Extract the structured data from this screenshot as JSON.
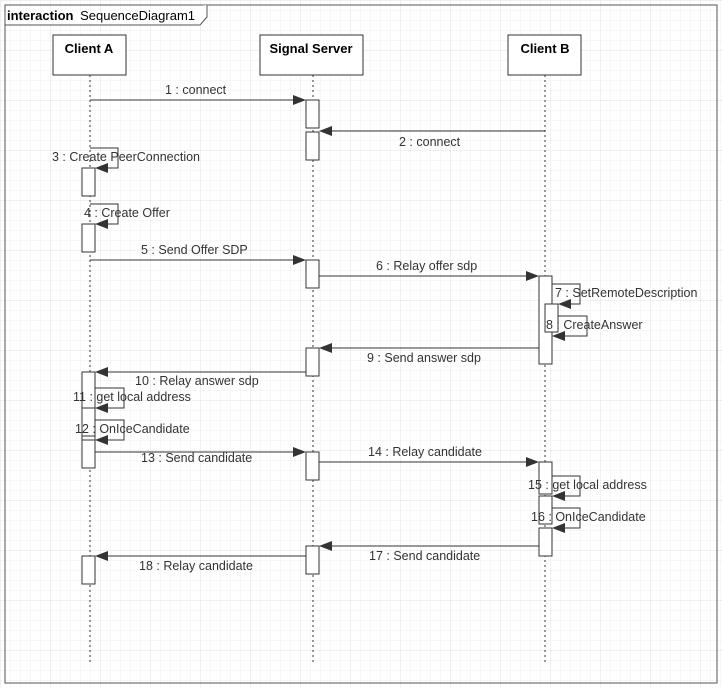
{
  "frame": {
    "keyword": "interaction",
    "name": "SequenceDiagram1"
  },
  "lifelines": [
    {
      "id": "a",
      "name": "Client A"
    },
    {
      "id": "s",
      "name": "Signal Server"
    },
    {
      "id": "b",
      "name": "Client B"
    }
  ],
  "messages": [
    {
      "label": "1 : connect",
      "from": "a",
      "to": "s"
    },
    {
      "label": "2 : connect",
      "from": "b",
      "to": "s"
    },
    {
      "label": "3 : Create PeerConnection",
      "from": "a",
      "to": "a"
    },
    {
      "label": "4 : Create Offer",
      "from": "a",
      "to": "a"
    },
    {
      "label": "5 : Send Offer SDP",
      "from": "a",
      "to": "s"
    },
    {
      "label": "6 : Relay offer sdp",
      "from": "s",
      "to": "b"
    },
    {
      "label": "7 : SetRemoteDescription",
      "from": "b",
      "to": "b"
    },
    {
      "label": "8 : CreateAnswer",
      "from": "b",
      "to": "b"
    },
    {
      "label": "9 : Send answer sdp",
      "from": "b",
      "to": "s"
    },
    {
      "label": "10 : Relay answer sdp",
      "from": "s",
      "to": "a"
    },
    {
      "label": "11 : get local address",
      "from": "a",
      "to": "a"
    },
    {
      "label": "12 : OnIceCandidate",
      "from": "a",
      "to": "a"
    },
    {
      "label": "13 : Send candidate",
      "from": "a",
      "to": "s"
    },
    {
      "label": "14 : Relay candidate",
      "from": "s",
      "to": "b"
    },
    {
      "label": "15 : get local address",
      "from": "b",
      "to": "b"
    },
    {
      "label": "16 : OnIceCandidate",
      "from": "b",
      "to": "b"
    },
    {
      "label": "17 : Send candidate",
      "from": "b",
      "to": "s"
    },
    {
      "label": "18 : Relay candidate",
      "from": "s",
      "to": "a"
    }
  ]
}
